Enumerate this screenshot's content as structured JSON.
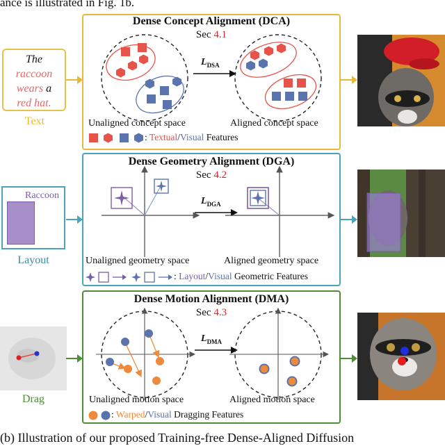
{
  "top_text": "ance is illustrated in Fig. 1b.",
  "panels": {
    "dca": {
      "title": "Dense Concept Alignment (DCA)",
      "sec_prefix": "Sec ",
      "sec_num": "4.1",
      "loss_sub": "DSA",
      "left_caption": "Unaligned concept space",
      "right_caption": "Aligned concept space",
      "legend_sep": " : ",
      "legend_textual": "Textual",
      "legend_slash": "/",
      "legend_visual": "Visual",
      "legend_rest": " Features"
    },
    "dga": {
      "title": "Dense Geometry Alignment (DGA)",
      "sec_prefix": "Sec ",
      "sec_num": "4.2",
      "loss_sub": "DGA",
      "left_caption": "Unaligned geometry space",
      "right_caption": "Aligned geometry space",
      "legend_sep": " : ",
      "legend_layout": "Layout",
      "legend_slash": "/",
      "legend_visual": "Visual",
      "legend_rest": " Geometric Features"
    },
    "dma": {
      "title": "Dense Motion Alignment (DMA)",
      "sec_prefix": "Sec ",
      "sec_num": "4.3",
      "loss_sub": "DMA",
      "left_caption": "Unaligned motion space",
      "right_caption": "Aligned motion space",
      "legend_sep": " : ",
      "legend_warped": "Warped",
      "legend_slash": "/",
      "legend_visual": "Visual",
      "legend_rest": " Dragging Features"
    }
  },
  "inputs": {
    "text_prompt": {
      "line1": "The",
      "line2": "raccoon",
      "line3a": "wears",
      "line3b": " a",
      "line4": "red hat."
    },
    "text_label": "Text",
    "layout_box_label": "Raccoon",
    "layout_label": "Layout",
    "drag_label": "Drag"
  },
  "colors": {
    "textual": "#e5534b",
    "visual": "#5b74ae",
    "layout": "#7a5ea8",
    "warped": "#ee8a3c",
    "dca_border": "#e6b93a",
    "dga_border": "#4aa3b8",
    "dma_border": "#4f8c37",
    "section_ref": "#d9232a"
  },
  "caption": "(b) Illustration of our proposed Training-free Dense-Aligned Diffusion"
}
